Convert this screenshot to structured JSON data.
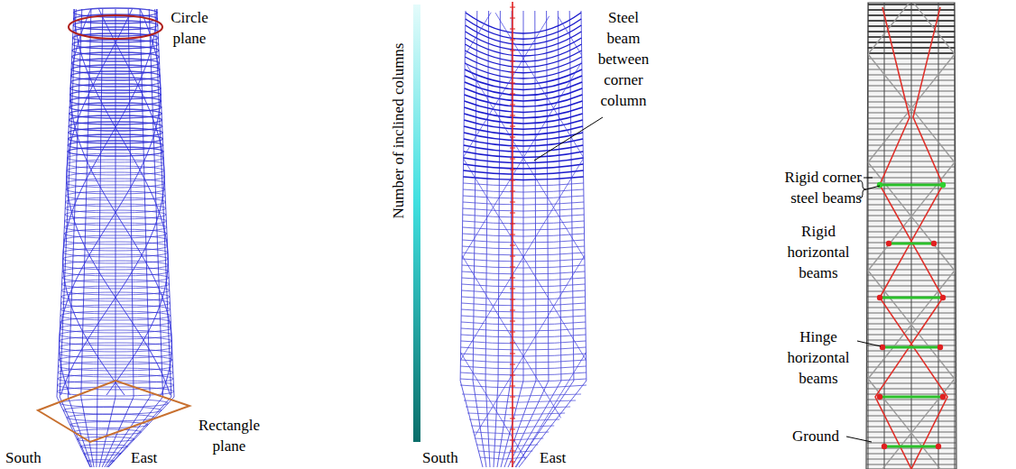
{
  "diagram": {
    "labels": [
      "Circle plane",
      "Rectangle plane",
      "South",
      "East",
      "Number of inclined columns",
      "Steel beam between corner column",
      "South",
      "East",
      "Rigid corner steel beams",
      "Rigid horizontal beams",
      "Hinge horizontal beams",
      "Ground"
    ]
  }
}
